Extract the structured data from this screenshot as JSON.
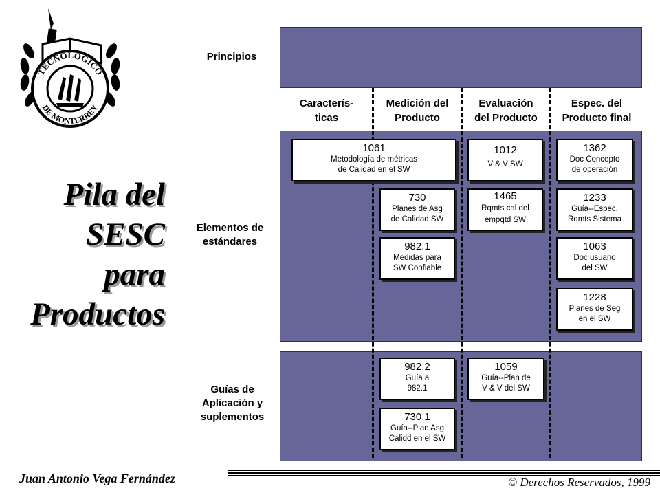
{
  "title": [
    "Pila del",
    "SESC",
    "para",
    "Productos"
  ],
  "rows": {
    "principios": "Principios",
    "elementos": "Elementos de estándares",
    "guias": "Guías de Aplicación y suplementos"
  },
  "columns": [
    "Caracterís-\nticas",
    "Medición del\nProducto",
    "Evaluación\ndel Producto",
    "Espec. del\nProducto final"
  ],
  "boxes": [
    {
      "num": "1061",
      "desc": "Metodología de métricas\nde Calidad en el SW"
    },
    {
      "num": "730",
      "desc": "Planes de Asg\nde Calidad SW"
    },
    {
      "num": "982.1",
      "desc": "Medidas para\nSW Confiable"
    },
    {
      "num": "1012",
      "desc": "V & V  SW"
    },
    {
      "num": "1465",
      "desc": "Rqmts cal del\nempqtd SW"
    },
    {
      "num": "1362",
      "desc": "Doc Concepto\nde operación"
    },
    {
      "num": "1233",
      "desc": "Guía--Espec.\nRqmts Sistema"
    },
    {
      "num": "1063",
      "desc": "Doc usuario\ndel SW"
    },
    {
      "num": "1228",
      "desc": "Planes de Seg\nen el SW"
    },
    {
      "num": "982.2",
      "desc": "Guía a\n982.1"
    },
    {
      "num": "730.1",
      "desc": "Guía--Plan Asg\nCalidd en el SW"
    },
    {
      "num": "1059",
      "desc": "Guía--Plan de\nV & V del SW"
    }
  ],
  "footer": {
    "author": "Juan Antonio Vega Fernández",
    "copyright": "© Derechos Reservados, 1999"
  },
  "colors": {
    "panel": "#666699"
  },
  "logo_text": "TECNOLOGICO DE MONTERREY"
}
